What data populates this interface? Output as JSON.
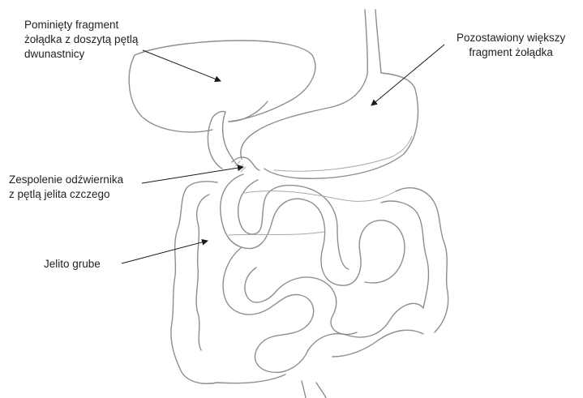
{
  "labels": {
    "bypassed_stomach": {
      "line1": "Pominięty fragment",
      "line2": "żołądka z doszytą pętlą",
      "line3": "dwunastnicy"
    },
    "remaining_stomach": {
      "line1": "Pozostawiony większy",
      "line2": "fragment żołądka"
    },
    "anastomosis": {
      "line1": "Zespolenie odźwiernika",
      "line2": "z pętlą jelita czczego"
    },
    "large_intestine": {
      "line1": "Jelito grube"
    }
  },
  "colors": {
    "outline": "#8e8e8e",
    "label_text": "#222222",
    "pointer": "#1a1a1a"
  }
}
